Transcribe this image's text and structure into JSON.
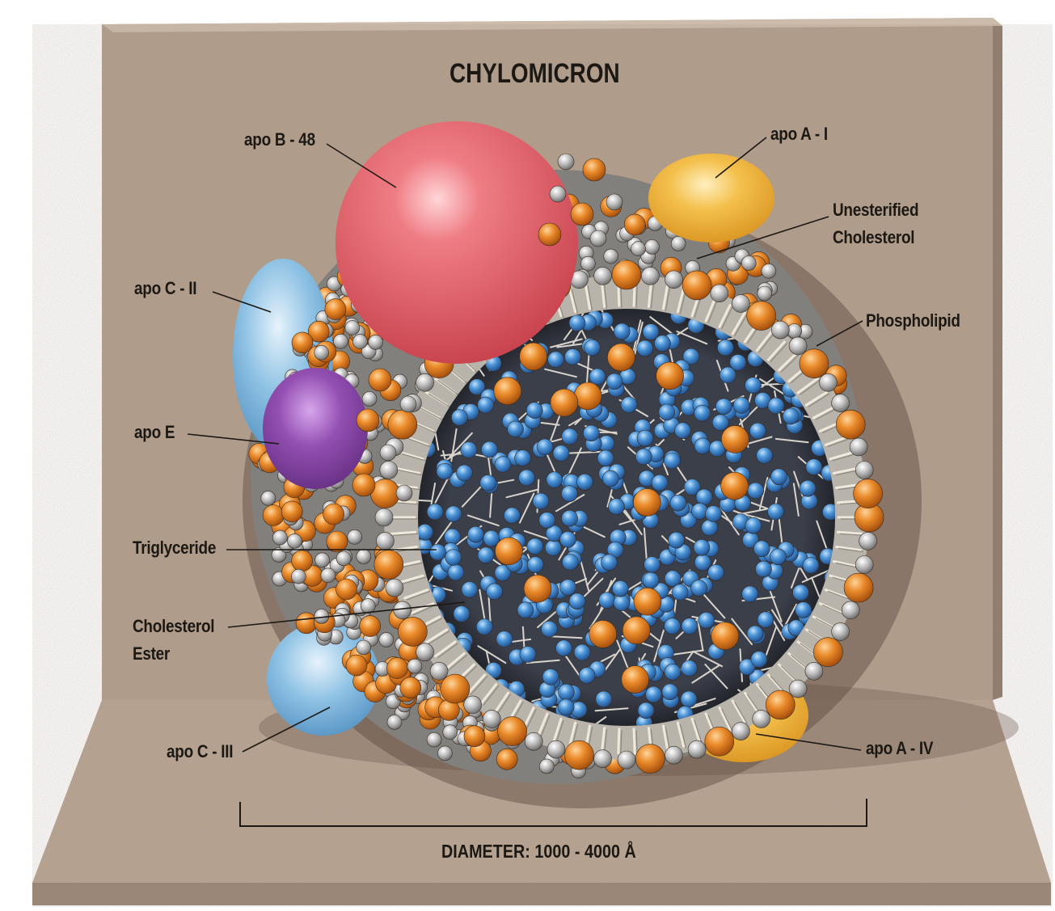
{
  "title": "CHYLOMICRON",
  "labels": {
    "apo_b48": "apo B - 48",
    "apo_a1": "apo A - I",
    "unesterified_line1": "Unesterified",
    "unesterified_line2": "Cholesterol",
    "phospholipid": "Phospholipid",
    "apo_c2": "apo C - II",
    "apo_e": "apo E",
    "triglyceride": "Triglyceride",
    "cholesterol_ester_line1": "Cholesterol",
    "cholesterol_ester_line2": "Ester",
    "apo_c3": "apo C - III",
    "apo_a4": "apo A - IV"
  },
  "diameter": "DIAMETER:  1000 - 4000 Å",
  "colors": {
    "backdrop": "#b39c8a",
    "apo_b48": "#e0606a",
    "apo_a1": "#f2b640",
    "apo_c2": "#7fb6dc",
    "apo_e": "#8a4aa6",
    "apo_c3": "#7fb6dc",
    "apo_a4": "#f2b640",
    "cholesterol_head": "#e07c1c",
    "phospholipid_head": "#b8b8b8",
    "triglyceride": "#3f86cc"
  }
}
